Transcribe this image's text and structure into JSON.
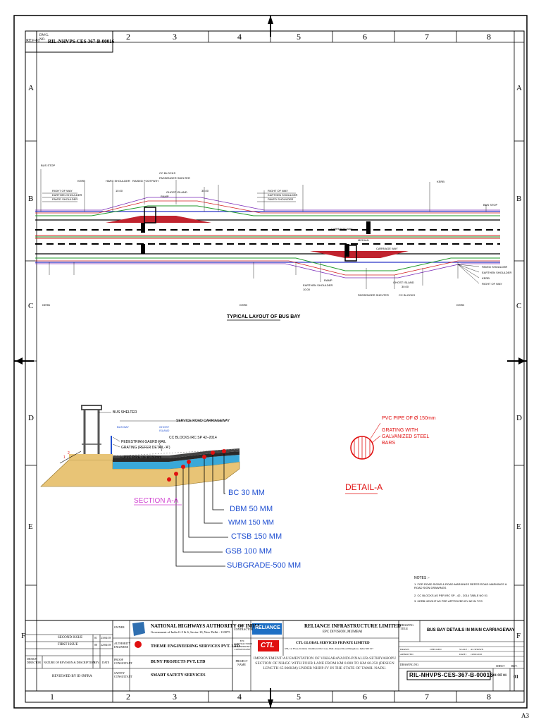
{
  "drawing": {
    "rev": "REV-01",
    "dwg_label": "DWG. NO.",
    "dwg_no": "RIL-NHVPS-CES-367-B-00016",
    "sheet_size": "A3"
  },
  "grid": {
    "columns": [
      "1",
      "2",
      "3",
      "4",
      "5",
      "6",
      "7",
      "8"
    ],
    "rows": [
      "A",
      "B",
      "C",
      "D",
      "E",
      "F"
    ]
  },
  "layout": {
    "title": "TYPICAL LAYOUT OF BUS BAY",
    "labels": {
      "bus_stop": "BUS STOP",
      "right_of_way": "RIGHT OF WAY",
      "earthen_shoulder": "EARTHEN SHOULDER",
      "paved_shoulder": "PAVED SHOULDER",
      "kerb": "KERB",
      "hard_shoulder": "HARD SHOULDER",
      "raised_footpath": "RAISED FOOTPATH",
      "cc_blocks": "CC BLOCKS",
      "passenger_shelter": "PASSENGER SHELTER",
      "ghost_island": "GHOST ISLAND",
      "ramp": "RAMP",
      "bus_bay": "BUS BAY",
      "carriageway": "CARRIAGE WAY",
      "median": "MEDIAN",
      "dim_10m": "10.00",
      "dim_30m": "30.00"
    }
  },
  "section": {
    "title": "SECTION A-A",
    "bus_shelter": "BUS SHELTER",
    "service_road": "SERVICE ROAD CARRIAGEWAY",
    "bus_bay": "BUS BAY",
    "ghost_island": "GHOST ISLAND",
    "cc_blocks": "CC BLOCKS IRC SP 42–2014",
    "guard_rail": "PEDESTRIAN GAURD RAIL",
    "grating": "GRATING (REFER DETAIL-'A')",
    "pvc_pipe": "PVC PIPE OF Ø150mm",
    "slope": "2",
    "slope_run": "1",
    "layers": [
      "BC 30 MM",
      "DBM 50 MM",
      "WMM 150 MM",
      "CTSB 150 MM",
      "GSB 100 MM",
      "SUBGRADE-500 MM"
    ]
  },
  "detail": {
    "title": "DETAIL-A",
    "note1": "PVC PIPE OF Ø 150mm",
    "note2": "GRATING WITH",
    "note3": "GALVANIZED STEEL",
    "note4": "BARS"
  },
  "notes": {
    "heading": "NOTES :-",
    "items": [
      "1. FOR ROAD SIGNS & ROAD MARKINGS REFER ROAD MARKINGS & ROAD SIGN DRAWINGS",
      "2. CC BLOCKS AS PER IRC SP - 42 - 2014 TABLE NO 01",
      "3. KERB HEIGHT AS PER APPROVED BY AE IN TCS"
    ]
  },
  "title_block": {
    "revisions": [
      {
        "no": "01",
        "date": "23/04/18",
        "desc": "SECOND ISSUE"
      },
      {
        "no": "00",
        "date": "22/04/18",
        "desc": "FIRST ISSUE"
      }
    ],
    "rev_header": [
      "NATURE OF REVISION & DESCRIPTION",
      "REV.",
      "DATE"
    ],
    "design_director": "DESIGN DIRECTOR",
    "reviewed": "REVIEWED BY IE-INFRA",
    "roles": [
      "OWNER",
      "AUTHORITY ENGINEER",
      "PROOF CONSULTANT",
      "SAFETY CONSULTANT"
    ],
    "owner_name": "NATIONAL HIGHWAYS AUTHORITY OF INDIA",
    "owner_sub": "Government of India G-5 & 6, Sector-10, New Delhi - 110075",
    "ae_name": "THEME ENGINEERING SERVICES PVT. LTD",
    "proof_name": "BUNY PROJECTS PVT. LTD",
    "safety_name": "SMART SAFETY SERVICES",
    "epc_label": "EPC CONTRACTOR",
    "epc_logo": "RELIANCE",
    "design_consultant_label": "EPC CONTRACTOR'S ENGINEERING CONSULTANT",
    "ctl_logo": "CTL",
    "project_label": "PROJECT NAME",
    "company": "RELIANCE INFRASTRUCTURE LIMITED",
    "division": "EPC DIVISION, MUMBAI",
    "ctl_name": "CTL GLOBAL SERVICES PRIVATE LIMITED",
    "ctl_addr": "#33, 1st Floor, Krishna Chambers 6th Cross, HAL Airport Road Bangalore, India 560 017",
    "project_text": "IMPROVEMENT/AUGMENTATION OF VIKKARAVANDI-PINALUR-SETHIYAHOPU SECTION OF NH45C WITH FOUR LANE FROM KM 0.000 TO KM 60.250 (DESIGN LENGTH 65.960KM) UNDER NHDP-IV IN THE STATE OF TAMIL NADU.",
    "drawing_title_label": "DRAWING TITLE",
    "drawing_title": "BUS BAY DETAILS IN MAIN CARRIAGEWAY",
    "scale_label": "SCALE :",
    "scale": "AS SHOWN",
    "date_label": "DATE :",
    "date": "19/06/2018",
    "drawn": "DRAWN",
    "checked": "CHECKED",
    "approved": "APPROVED",
    "drawing_no_label": "DRAWING NO.",
    "drawing_no": "RIL-NHVPS-CES-367-B-00016",
    "sheet_label": "SHEET",
    "sheet": "01 OF 01",
    "rev_label": "REV.",
    "rev": "01"
  }
}
